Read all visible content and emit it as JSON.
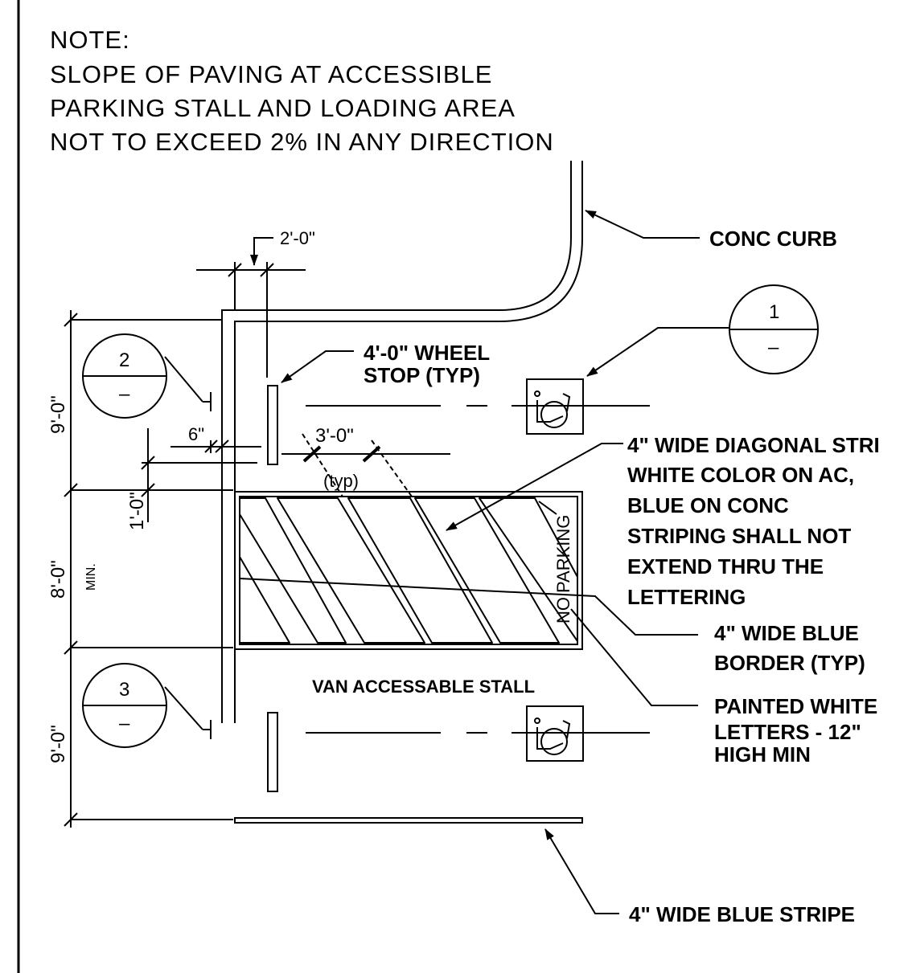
{
  "note": {
    "heading": "NOTE:",
    "line1": "SLOPE OF PAVING AT ACCESSIBLE",
    "line2": "PARKING STALL AND LOADING AREA",
    "line3": "NOT TO EXCEED 2% IN ANY DIRECTION"
  },
  "labels": {
    "conc_curb": "CONC CURB",
    "wheel_stop_1": "4'-0\" WHEEL",
    "wheel_stop_2": "STOP (TYP)",
    "diag_1": "4\" WIDE DIAGONAL STRI",
    "diag_2": "WHITE COLOR ON AC,",
    "diag_3": "BLUE ON CONC",
    "diag_4": "STRIPING SHALL NOT",
    "diag_5": "EXTEND THRU THE",
    "diag_6": "LETTERING",
    "border_1": "4\" WIDE BLUE",
    "border_2": "BORDER (TYP)",
    "van_stall": "VAN ACCESSABLE STALL",
    "painted_1": "PAINTED WHITE",
    "painted_2": "LETTERS - 12\"",
    "painted_3": "HIGH MIN",
    "blue_stripe": "4\" WIDE BLUE STRIPE",
    "no": "NO",
    "parking": "PARKING"
  },
  "dimensions": {
    "d_2ft": "2'-0\"",
    "d_6in": "6\"",
    "d_3ft": "3'-0\"",
    "d_typ": "(typ)",
    "d_1ft": "1'-0\"",
    "d_9ft_top": "9'-0\"",
    "d_8ft": "8'-0\"",
    "d_min": "MIN.",
    "d_9ft_bottom": "9'-0\""
  },
  "callouts": {
    "c1_top": "1",
    "c1_bottom": "–",
    "c2_top": "2",
    "c2_bottom": "–",
    "c3_top": "3",
    "c3_bottom": "–"
  }
}
